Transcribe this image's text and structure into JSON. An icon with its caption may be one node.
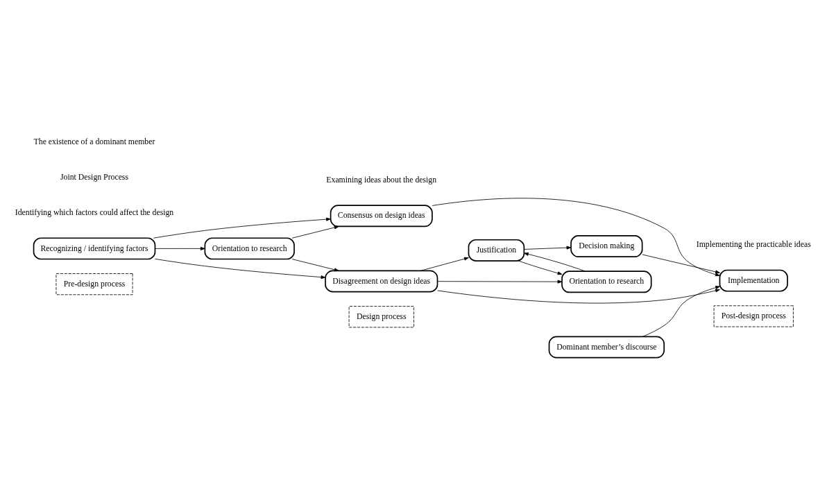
{
  "diagram": {
    "nodes": [
      {
        "text": [
          "Pre-design process"
        ]
      },
      {
        "text": [
          "Design process"
        ]
      },
      {
        "text": [
          "Post-design process"
        ]
      },
      {
        "text": [
          "Recognizing / identifying factors"
        ]
      },
      {
        "text": [
          "Orientation to research"
        ]
      },
      {
        "text": [
          "Consensus on design ideas"
        ]
      },
      {
        "text": [
          "Disagreement on design ideas"
        ]
      },
      {
        "text": [
          "Justification"
        ]
      },
      {
        "text": [
          "Decision making"
        ]
      },
      {
        "text": [
          "Orientation to research"
        ]
      },
      {
        "text": [
          "Implementation"
        ]
      },
      {
        "text": [
          "Dominant member’s discourse"
        ]
      }
    ],
    "edges": [
      {
        "from": 3,
        "to": 5,
        "arrow": "to"
      },
      {
        "from": 3,
        "to": 6,
        "arrow": "to"
      },
      {
        "from": 3,
        "to": 4,
        "arrow": "to"
      },
      {
        "from": 4,
        "to": 5,
        "arrow": "to"
      },
      {
        "from": 4,
        "to": 6,
        "arrow": "to"
      },
      {
        "from": 5,
        "to": 10,
        "arrow": "to"
      },
      {
        "from": 6,
        "to": 10,
        "arrow": "to"
      },
      {
        "from": 6,
        "to": 7,
        "arrow": "to"
      },
      {
        "from": 6,
        "to": 9,
        "arrow": "to"
      },
      {
        "from": 7,
        "to": 8,
        "arrow": "to"
      },
      {
        "from": 9,
        "to": 7,
        "arrow": "to"
      },
      {
        "from": 7,
        "to": 9,
        "arrow": "to"
      },
      {
        "from": 8,
        "to": 10,
        "arrow": "to"
      },
      {
        "from": 11,
        "to": 10,
        "arrow": "to"
      }
    ],
    "labels": [
      "Identifying which factors could affect the design",
      "Examining ideas about the design",
      "Implementing the practicable ideas",
      "Joint Design Process",
      "The existence of a dominant member"
    ]
  }
}
